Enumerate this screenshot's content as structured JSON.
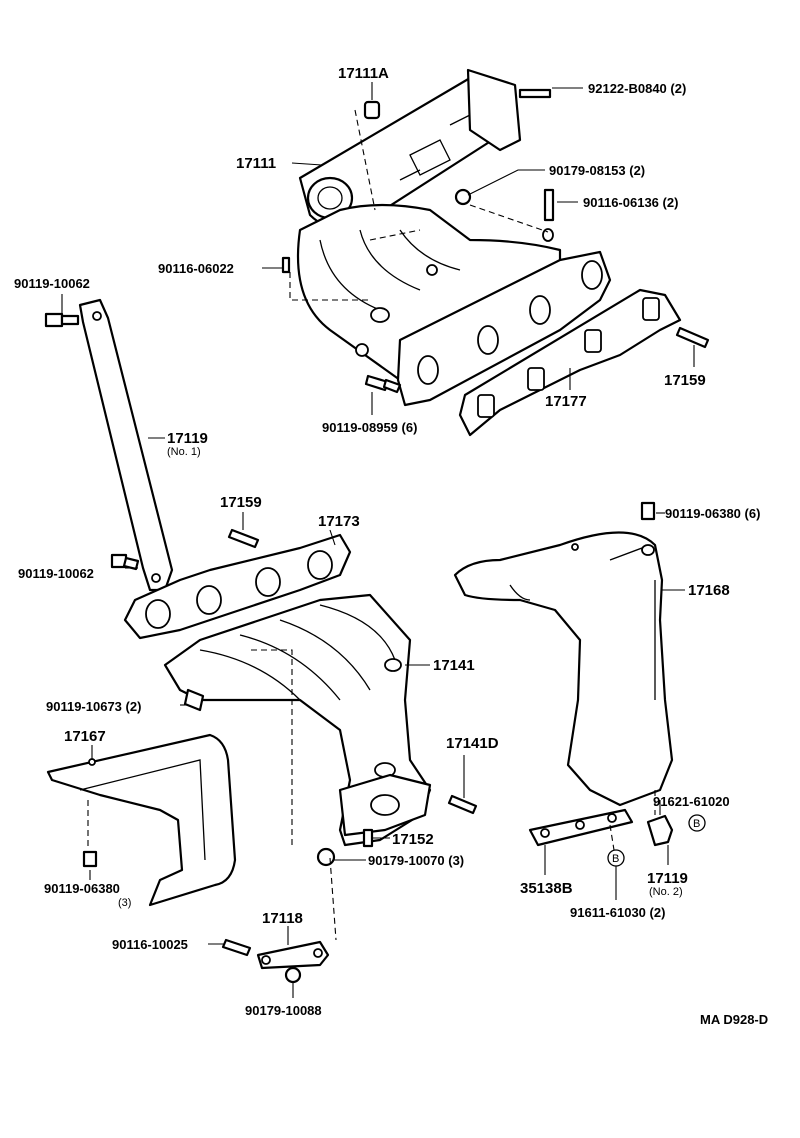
{
  "labels": {
    "p17111A": "17111A",
    "p92122": "92122-B0840 (2)",
    "p17111": "17111",
    "p90179_08153": "90179-08153 (2)",
    "p90116_06136": "90116-06136 (2)",
    "p90116_06022": "90116-06022",
    "p90119_10062_top": "90119-10062",
    "p17159_right": "17159",
    "p17177": "17177",
    "p90119_08959": "90119-08959 (6)",
    "p17119": "17119",
    "p17119_sub": "(No. 1)",
    "p17159_mid": "17159",
    "p17173": "17173",
    "p90119_06380_top": "90119-06380 (6)",
    "p90119_10062_mid": "90119-10062",
    "p17168": "17168",
    "p17141": "17141",
    "p90119_10673": "90119-10673 (2)",
    "p17167": "17167",
    "p17141D": "17141D",
    "p91621": "91621-61020",
    "p17152": "17152",
    "p90179_10070": "90179-10070 (3)",
    "p90119_06380_low": "90119-06380",
    "p90119_06380_low_sub": "(3)",
    "p35138B": "35138B",
    "p17119_no2": "17119",
    "p17119_no2_sub": "(No. 2)",
    "p91611": "91611-61030 (2)",
    "p17118": "17118",
    "p90116_10025": "90116-10025",
    "p90179_10088": "90179-10088",
    "markerB": "B",
    "figure_code": "MA D928-D"
  }
}
